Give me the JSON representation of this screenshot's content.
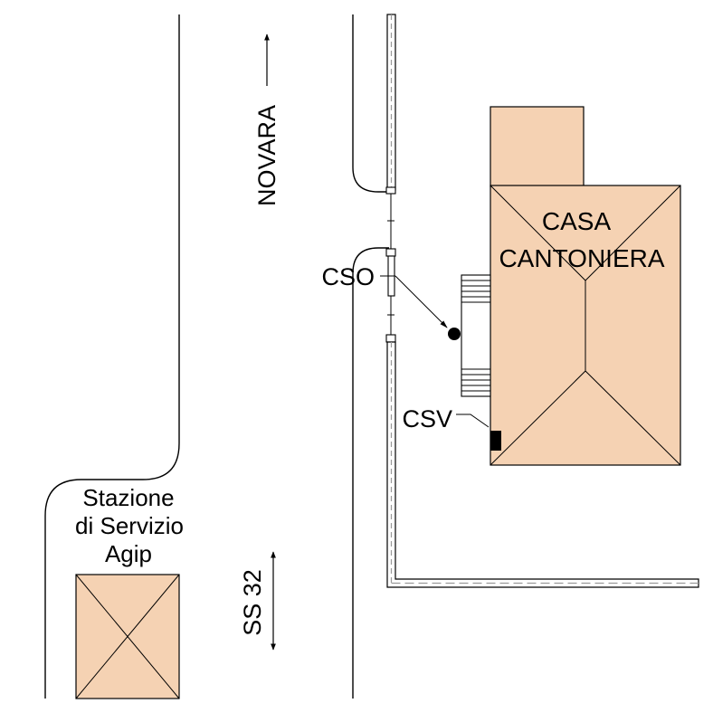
{
  "title": "",
  "colors": {
    "building_fill": "#f5d2b3",
    "line": "#000000",
    "wall_grey": "#9a9a9a",
    "background": "#ffffff"
  },
  "labels": {
    "direction_novara": "NOVARA",
    "road_ss32": "SS 32",
    "building_main": [
      "CASA",
      "CANTONIERA"
    ],
    "cso": "CSO",
    "csv": "CSV",
    "station": [
      "Stazione",
      "di Servizio",
      "Agip"
    ]
  }
}
